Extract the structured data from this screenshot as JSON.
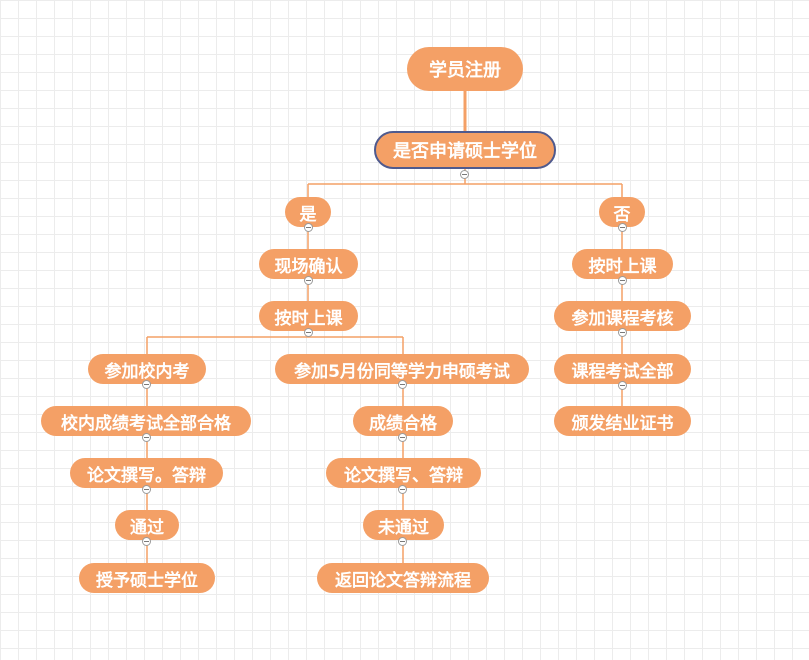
{
  "colors": {
    "node_fill": "#f4a066",
    "node_text": "#ffffff",
    "connector": "#f4a066",
    "decision_border": "#4f5a8e"
  },
  "nodes": {
    "root": "学员注册",
    "decision": "是否申请硕士学位",
    "yes": "是",
    "no": "否",
    "yes_confirm": "现场确认",
    "yes_attend": "按时上课",
    "internal_exam": "参加校内考",
    "internal_pass": "校内成绩考试全部合格",
    "internal_thesis": "论文撰写。答辩",
    "internal_passed": "通过",
    "internal_degree": "授予硕士学位",
    "national_exam": "参加5月份同等学力申硕考试",
    "national_pass": "成绩合格",
    "national_thesis": "论文撰写、答辩",
    "national_failed": "未通过",
    "national_return": "返回论文答辩流程",
    "no_attend": "按时上课",
    "no_assess": "参加课程考核",
    "no_all_pass": "课程考试全部",
    "no_certificate": "颁发结业证书"
  }
}
